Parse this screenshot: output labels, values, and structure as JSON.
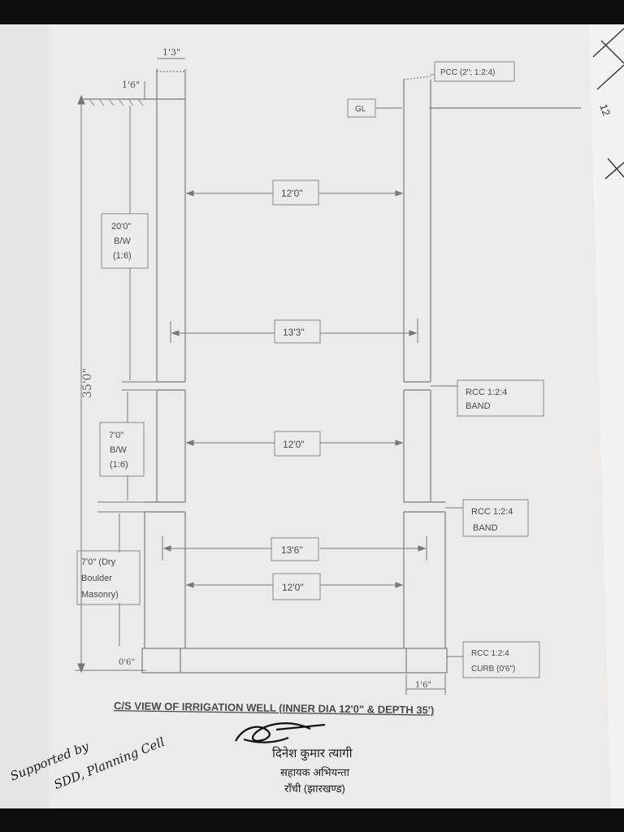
{
  "top_wall_dim": "1'3\"",
  "top_gap_dim": "1'6\"",
  "overall_depth": "35'0\"",
  "pcc_label": "PCC (2\"; 1:2:4)",
  "gl_label": "GL",
  "upper_bw": {
    "line1": "20'0\"",
    "line2": "B/W",
    "line3": "(1:6)"
  },
  "middle_bw": {
    "line1": "7'0\"",
    "line2": "B/W",
    "line3": "(1:6)"
  },
  "dry_boulder": {
    "line1": "7'0\" (Dry",
    "line2": "Boulder",
    "line3": "Masonry)"
  },
  "inner_dia_1": "12'0\"",
  "outer_dia_1": "13'3\"",
  "inner_dia_2": "12'0\"",
  "outer_dia_2": "13'6\"",
  "inner_dia_3": "12'0\"",
  "band1": {
    "line1": "RCC 1:2:4",
    "line2": "BAND"
  },
  "band2": {
    "line1": "RCC 1:2:4",
    "line2": "BAND"
  },
  "curb": {
    "line1": "RCC 1:2:4",
    "line2": "CURB (0'6\")"
  },
  "bottom_curb_dim": "0'6\"",
  "bottom_width_dim": "1'6\"",
  "caption": "C/S VIEW OF IRRIGATION WELL (INNER DIA 12'0\" & DEPTH 35')",
  "signature_left": {
    "line1": "Supported by",
    "line2": "SDD, Planning Cell"
  },
  "signature_right": {
    "line1": "दिनेश कुमार त्यागी",
    "line2": "सहायक अभियन्ता",
    "line3": "राँची (झारखण्ड)"
  },
  "side_sheet_text": "12"
}
